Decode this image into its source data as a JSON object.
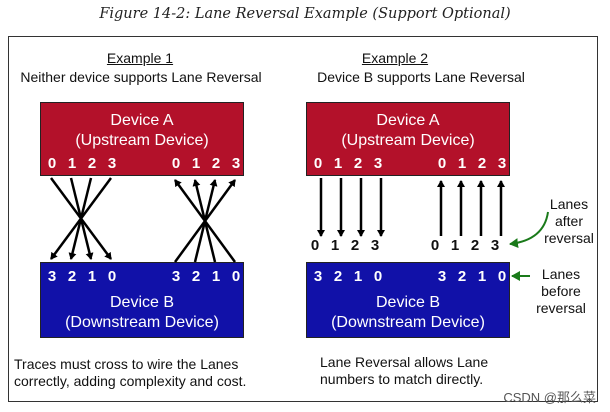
{
  "caption": "Figure 14-2: Lane Reversal Example (Support Optional)",
  "example1": {
    "title": "Example 1",
    "subtitle": "Neither device supports Lane Reversal",
    "device_a": {
      "line1": "Device A",
      "line2": "(Upstream Device)",
      "lanes_left": [
        "0",
        "1",
        "2",
        "3"
      ],
      "lanes_right": [
        "0",
        "1",
        "2",
        "3"
      ]
    },
    "device_b": {
      "line1": "Device B",
      "line2": "(Downstream Device)",
      "lanes_left": [
        "3",
        "2",
        "1",
        "0"
      ],
      "lanes_right": [
        "3",
        "2",
        "1",
        "0"
      ]
    },
    "note_line1": "Traces must cross to wire the Lanes",
    "note_line2": "correctly, adding complexity and cost."
  },
  "example2": {
    "title": "Example 2",
    "subtitle": "Device B supports Lane Reversal",
    "device_a": {
      "line1": "Device A",
      "line2": "(Upstream Device)",
      "lanes_left": [
        "0",
        "1",
        "2",
        "3"
      ],
      "lanes_right": [
        "0",
        "1",
        "2",
        "3"
      ]
    },
    "device_b": {
      "line1": "Device B",
      "line2": "(Downstream Device)",
      "lanes_left": [
        "3",
        "2",
        "1",
        "0"
      ],
      "lanes_right": [
        "3",
        "2",
        "1",
        "0"
      ]
    },
    "after_lanes_left": [
      "0",
      "1",
      "2",
      "3"
    ],
    "after_lanes_right": [
      "0",
      "1",
      "2",
      "3"
    ],
    "note_line1": "Lane Reversal allows Lane",
    "note_line2": "numbers to match directly.",
    "label_after": [
      "Lanes",
      "after",
      "reversal"
    ],
    "label_before": [
      "Lanes",
      "before",
      "reversal"
    ]
  },
  "colors": {
    "device_a": "#b3112a",
    "device_b": "#1111a8",
    "arrow_green": "#1a7a1a"
  },
  "watermark": "CSDN @那么菜"
}
